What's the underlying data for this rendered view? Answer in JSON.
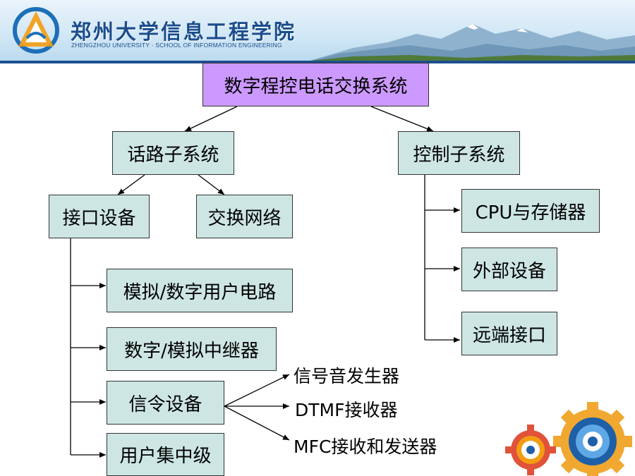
{
  "header": {
    "school_name": "郑州大学信息工程学院",
    "school_name_en": "ZHENGZHOU UNIVERSITY · SCHOOL OF INFORMATION ENGINEERING"
  },
  "diagram": {
    "root": "数字程控电话交换系统",
    "voice_subsystem": "话路子系统",
    "control_subsystem": "控制子系统",
    "interface_equipment": "接口设备",
    "switching_network": "交换网络",
    "cpu_storage": "CPU与存储器",
    "peripherals": "外部设备",
    "remote_interface": "远端接口",
    "analog_digital_line": "模拟/数字用户电路",
    "digital_analog_trunk": "数字/模拟中继器",
    "signaling_equipment": "信令设备",
    "user_concentrator": "用户集中级",
    "tone_generator": "信号音发生器",
    "dtmf_receiver": "DTMF接收器",
    "mfc_transceiver": "MFC接收和发送器"
  },
  "colors": {
    "root_fill": "#cc99ff",
    "node_fill": "#cde6e4",
    "header_accent": "#1d4f91"
  }
}
